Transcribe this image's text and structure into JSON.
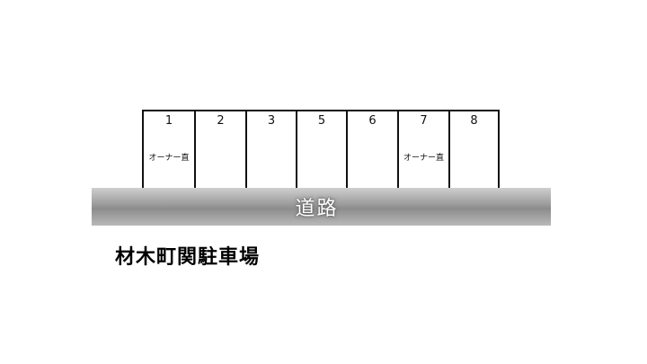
{
  "spaces": [
    {
      "number": "1",
      "note": "オーナー直"
    },
    {
      "number": "2",
      "note": ""
    },
    {
      "number": "3",
      "note": ""
    },
    {
      "number": "5",
      "note": ""
    },
    {
      "number": "6",
      "note": ""
    },
    {
      "number": "7",
      "note": "オーナー直"
    },
    {
      "number": "8",
      "note": ""
    }
  ],
  "road": {
    "label": "道路"
  },
  "title": "材木町関駐車場"
}
